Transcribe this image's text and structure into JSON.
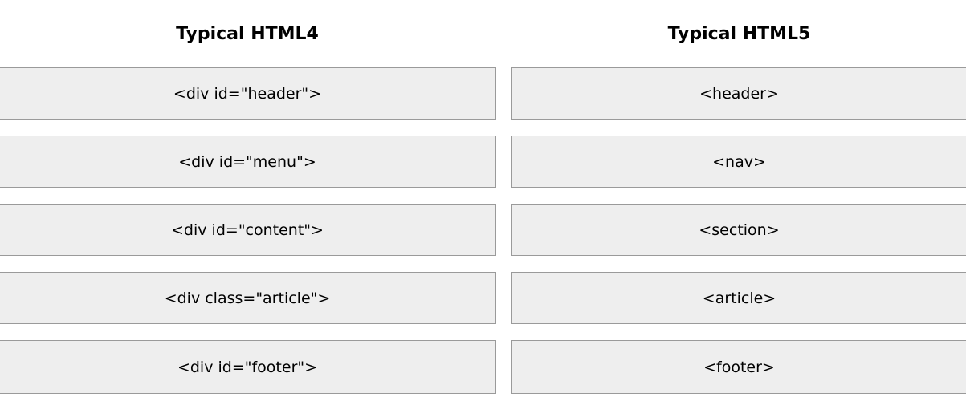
{
  "columns": [
    {
      "title": "Typical HTML4",
      "items": [
        "<div id=\"header\">",
        "<div id=\"menu\">",
        "<div id=\"content\">",
        "<div class=\"article\">",
        "<div id=\"footer\">"
      ]
    },
    {
      "title": "Typical HTML5",
      "items": [
        "<header>",
        "<nav>",
        "<section>",
        "<article>",
        "<footer>"
      ]
    }
  ]
}
